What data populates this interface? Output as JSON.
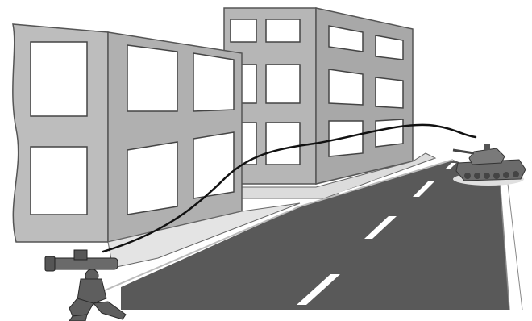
{
  "scene": {
    "description_items": [
      "buildings",
      "road",
      "missile-trajectory",
      "soldier-with-launcher",
      "tank"
    ]
  },
  "colors": {
    "background": "#ffffff",
    "building_front": "#bcbcbc",
    "building_side": "#a9a9a9",
    "building_far": "#b3b3b3",
    "window": "#ffffff",
    "road": "#5a5a5a",
    "sidewalk": "#e6e6e6",
    "lane_mark": "#ffffff",
    "trajectory": "#111111",
    "tank": "#6e6e6e",
    "soldier": "#5e5e5e"
  }
}
